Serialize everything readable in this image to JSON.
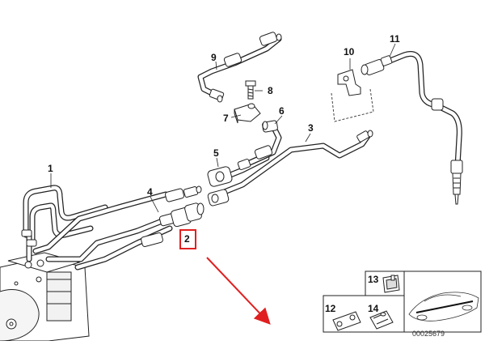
{
  "callouts": {
    "c1": "1",
    "c2": "2",
    "c3": "3",
    "c4": "4",
    "c5": "5",
    "c6": "6",
    "c7": "7",
    "c8": "8",
    "c9": "9",
    "c10": "10",
    "c11": "11",
    "c12": "12",
    "c13": "13",
    "c14": "14"
  },
  "diagram_number": "00025679",
  "colors": {
    "line": "#222222",
    "highlight": "#e02020"
  }
}
